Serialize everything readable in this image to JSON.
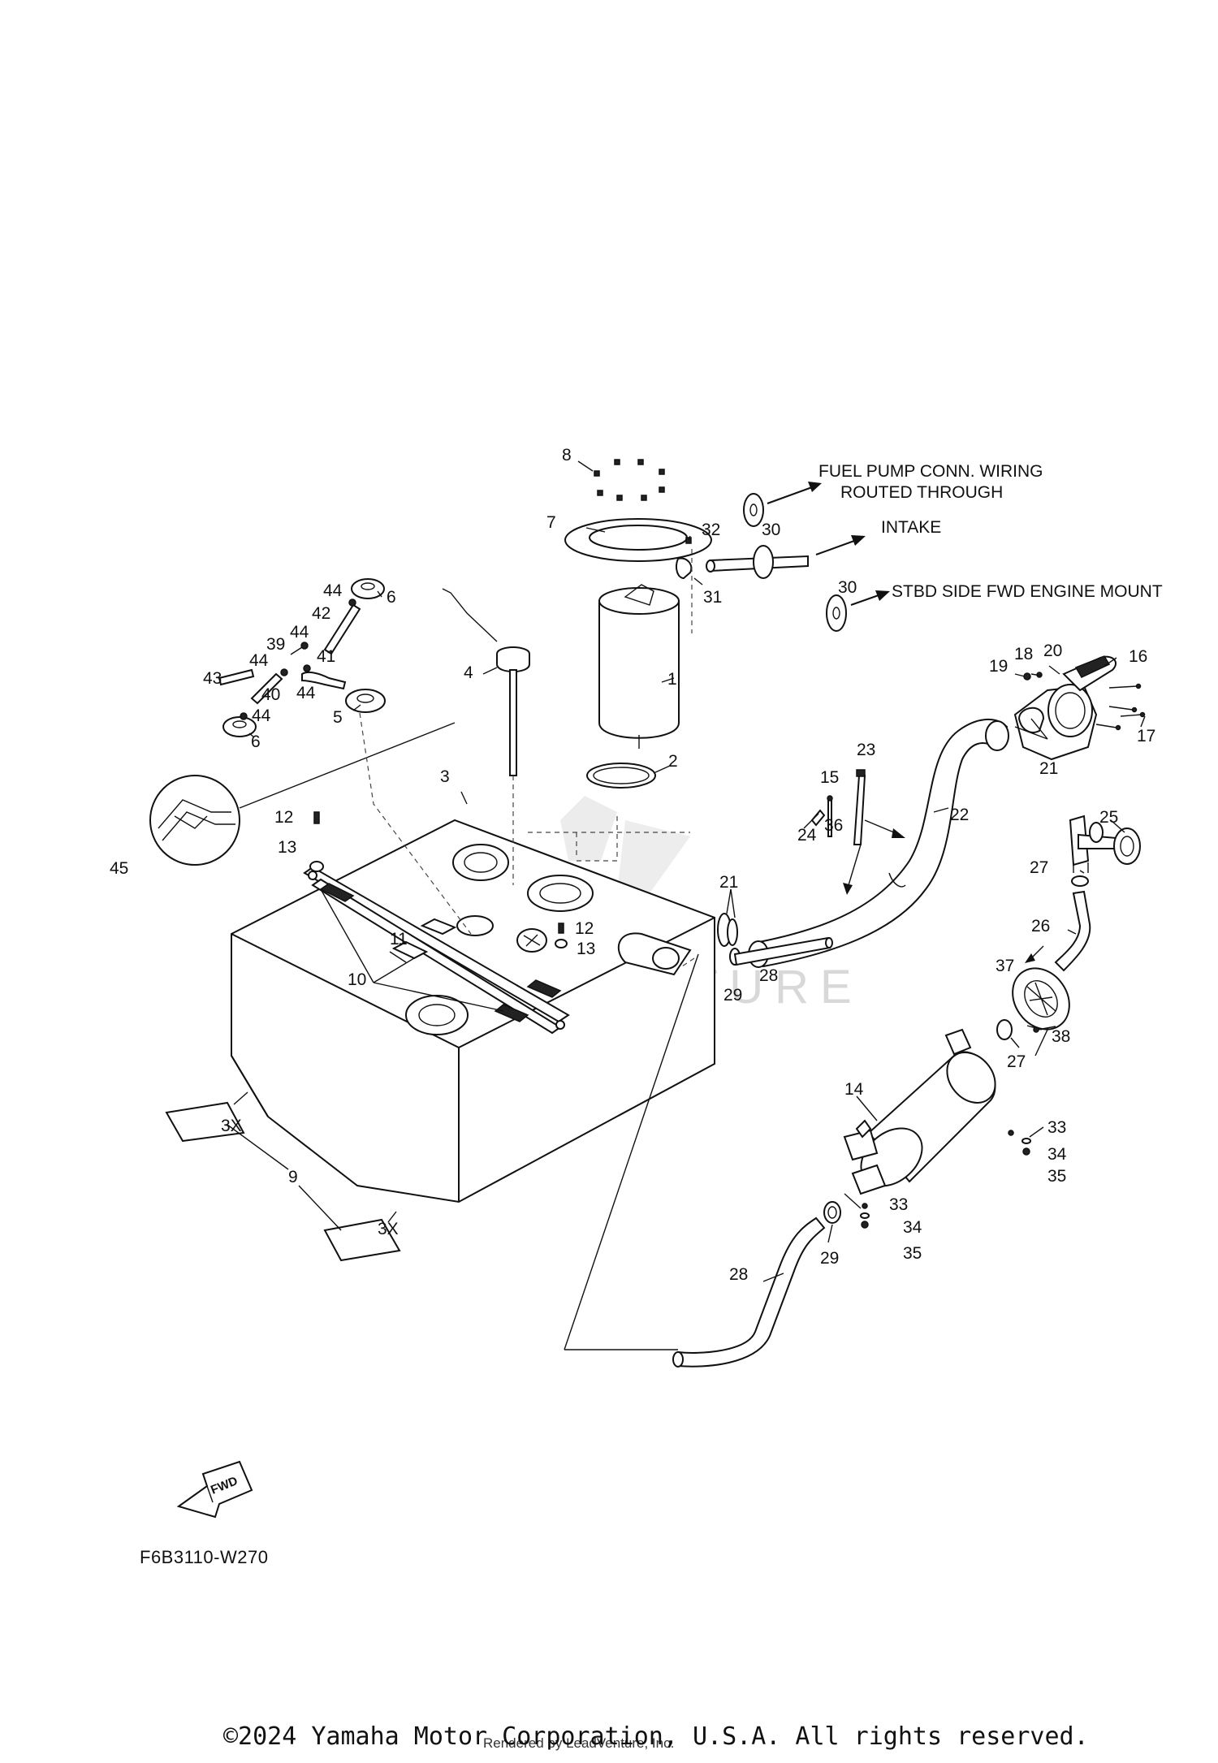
{
  "diagram": {
    "code": "F6B3110-W270",
    "copyright": "©2024 Yamaha Motor Corporation, U.S.A. All rights reserved.",
    "rendered_by": "Rendered by LeadVenture, Inc.",
    "watermark": "LEADVENTURE",
    "fwd_label": "FWD",
    "qty_3x": "3X",
    "notes": {
      "fuel_pump_line1": "FUEL PUMP CONN. WIRING",
      "fuel_pump_line2": "ROUTED THROUGH",
      "intake": "INTAKE",
      "stbd": "STBD SIDE FWD ENGINE MOUNT"
    },
    "callouts": {
      "c1": "1",
      "c2": "2",
      "c3": "3",
      "c4": "4",
      "c5": "5",
      "c6a": "6",
      "c6b": "6",
      "c7": "7",
      "c8": "8",
      "c9": "9",
      "c10": "10",
      "c11": "11",
      "c12a": "12",
      "c12b": "12",
      "c13a": "13",
      "c13b": "13",
      "c14": "14",
      "c15": "15",
      "c16": "16",
      "c17": "17",
      "c18": "18",
      "c19": "19",
      "c20": "20",
      "c21a": "21",
      "c21b": "21",
      "c22": "22",
      "c23": "23",
      "c24": "24",
      "c25": "25",
      "c26": "26",
      "c27a": "27",
      "c27b": "27",
      "c28a": "28",
      "c28b": "28",
      "c29a": "29",
      "c29b": "29",
      "c30a": "30",
      "c30b": "30",
      "c31": "31",
      "c32": "32",
      "c33a": "33",
      "c33b": "33",
      "c34a": "34",
      "c34b": "34",
      "c35a": "35",
      "c35b": "35",
      "c36": "36",
      "c37": "37",
      "c38": "38",
      "c39": "39",
      "c40": "40",
      "c41": "41",
      "c42": "42",
      "c43": "43",
      "c44a": "44",
      "c44b": "44",
      "c44c": "44",
      "c44d": "44",
      "c44e": "44",
      "c45": "45"
    }
  }
}
